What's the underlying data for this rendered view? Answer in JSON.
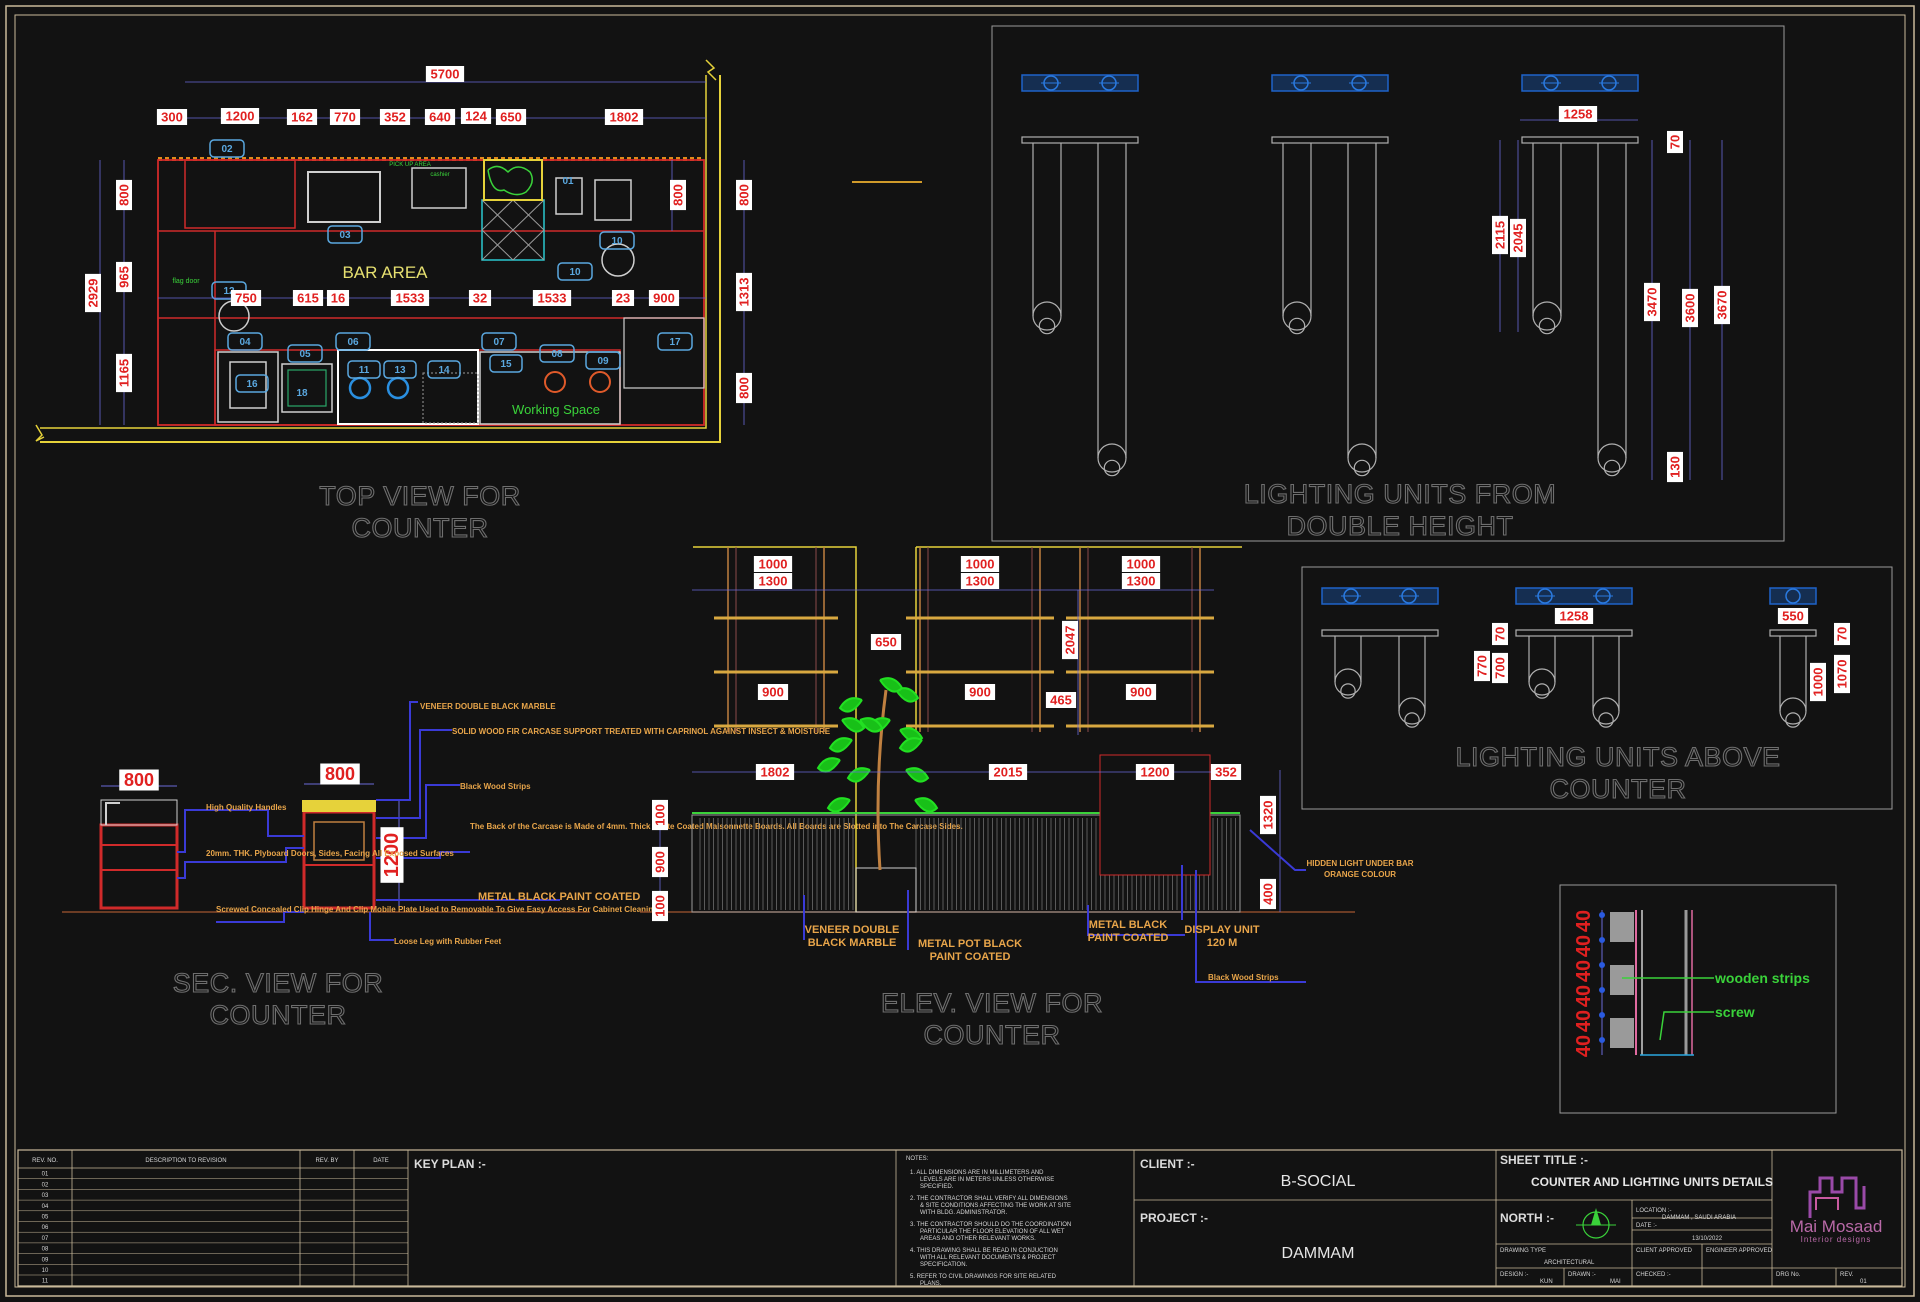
{
  "views": {
    "top": {
      "title_line1": "TOP VIEW FOR",
      "title_line2": "COUNTER",
      "bar_area": "BAR AREA",
      "working_space": "Working Space",
      "flag_door": "flag door",
      "pickup_area": "PICK UP AREA",
      "cashier": "cashier",
      "dims_top": [
        "5700",
        "300",
        "1200",
        "162",
        "770",
        "352",
        "640",
        "124",
        "650",
        "1802"
      ],
      "dims_mid": [
        "750",
        "615",
        "16",
        "1533",
        "32",
        "1533",
        "23",
        "900"
      ],
      "dims_left": [
        "2929",
        "800",
        "965",
        "1165"
      ],
      "dims_right": [
        "800",
        "800",
        "1313",
        "800"
      ],
      "tags": [
        "02",
        "03",
        "12",
        "04",
        "05",
        "06",
        "07",
        "08",
        "09",
        "10",
        "10",
        "11",
        "13",
        "14",
        "15",
        "16",
        "17",
        "18",
        "01"
      ]
    },
    "lighting_double": {
      "title_line1": "LIGHTING UNITS FROM",
      "title_line2": "DOUBLE HEIGHT",
      "dims": [
        "1258",
        "70",
        "2115",
        "2045",
        "3470",
        "3600",
        "3670",
        "130"
      ]
    },
    "lighting_counter": {
      "title_line1": "LIGHTING UNITS ABOVE",
      "title_line2": "COUNTER",
      "dims": [
        "1258",
        "70",
        "770",
        "700",
        "550",
        "70",
        "1000",
        "1070"
      ]
    },
    "section": {
      "title_line1": "SEC. VIEW FOR",
      "title_line2": "COUNTER",
      "dims": [
        "800",
        "800",
        "1200"
      ],
      "notes": {
        "veneer": "VENEER DOUBLE BLACK MARBLE",
        "solid_wood": "SOLID WOOD FIR CARCASE SUPPORT TREATED WITH CAPRINOL AGAINST INSECT & MOISTURE",
        "black_strips": "Black Wood Strips",
        "back_carcase": "The Back of the Carcase is Made of 4mm. Thick White Coated Malsonnette Boards. All Boards are Slotted into The Carcase Sides.",
        "handles": "High Quality Handles",
        "plywood": "20mm. THK. Plyboard Doors, Sides, Facing All Exposed Surfaces",
        "metal_black": "METAL BLACK PAINT COATED",
        "loose_leg": "Loose Leg with Rubber Feet",
        "concealed": "Screwed Concealed Clip Hinge And Clip Mobile Plate Used to Removable To Give Easy Access For Cabinet Cleaning."
      }
    },
    "elevation": {
      "title_line1": "ELEV. VIEW FOR",
      "title_line2": "COUNTER",
      "dims_upper": [
        "1000",
        "1300",
        "1000",
        "1300",
        "1000",
        "1300",
        "650",
        "900",
        "900",
        "900",
        "2047",
        "465"
      ],
      "dims_lower": [
        "1802",
        "2015",
        "1200",
        "352",
        "100",
        "900",
        "100",
        "1320",
        "400"
      ],
      "notes": {
        "veneer": "VENEER DOUBLE BLACK MARBLE",
        "metal_pot": "METAL POT BLACK PAINT COATED",
        "metal_black": "METAL BLACK PAINT COATED",
        "display": "DISPLAY UNIT 120 M",
        "black_strips": "Black Wood Strips",
        "hidden_light": "HIDDEN LIGHT UNDER BAR ORANGE COLOUR"
      }
    },
    "detail": {
      "dims": [
        "40",
        "40",
        "40",
        "40",
        "40",
        "40"
      ],
      "wooden_strips": "wooden strips",
      "screw": "screw"
    }
  },
  "title_block": {
    "revision_headers": [
      "REV. NO.",
      "DESCRIPTION TO REVISION",
      "REV. BY",
      "DATE"
    ],
    "revision_numbers": [
      "01",
      "02",
      "03",
      "04",
      "05",
      "06",
      "07",
      "08",
      "09",
      "10",
      "11"
    ],
    "key_plan": "KEY PLAN :-",
    "notes_heading": "NOTES:",
    "notes": [
      "1. ALL DIMENSIONS ARE IN MILLIMETERS AND LEVELS ARE IN METERS UNLESS OTHERWISE SPECIFIED.",
      "2. THE CONTRACTOR SHALL VERIFY ALL DIMENSIONS & SITE CONDITIONS AFFECTING THE WORK AT SITE WITH BLDG. ADMINISTRATOR.",
      "3. THE CONTRACTOR SHOULD DO THE COORDINATION PARTICULAR THE FLOOR ELEVATION OF ALL WET AREAS AND OTHER RELEVANT WORKS.",
      "4. THIS DRAWING SHALL BE READ IN CONJUCTION WITH ALL RELEVANT DOCUMENTS & PROJECT SPECIFICATION.",
      "5. REFER TO CIVIL DRAWINGS FOR SITE RELATED PLANS."
    ],
    "client_label": "CLIENT :-",
    "client_value": "B-SOCIAL",
    "project_label": "PROJECT :-",
    "project_value": "DAMMAM",
    "sheet_title_label": "SHEET TITLE :-",
    "sheet_title_value": "COUNTER AND LIGHTING UNITS DETAILS",
    "north_label": "NORTH :-",
    "location_label": "LOCATION :-",
    "location_value": "DAMMAM , SAUDI ARABIA",
    "date_label": "DATE :-",
    "date_value": "13/10/2022",
    "client_approved": "CLIENT APPROVED",
    "engineer_approved": "ENGINEER APPROVED",
    "drawing_type_label": "DRAWING TYPE",
    "drawing_type_value": "ARCHITECTURAL",
    "design_label": "DESIGN :-",
    "design_value": "KUN",
    "drawn_label": "DRAWN :-",
    "drawn_value": "MAI",
    "checked_label": "CHECKED :-",
    "drg_no_label": "DRG No.",
    "rev_label": "REV.",
    "rev_value": "01",
    "logo_name": "Mai Mosaad",
    "logo_tagline": "Interior designs"
  },
  "colors": {
    "background": "#121212",
    "frame": "#c9b99a",
    "dimension_text": "#e02020",
    "callout_line": "#3a3ad6",
    "note_text": "#e8a54a",
    "plant": "#22e022",
    "wood": "#c08040",
    "outline_yellow": "#e6d23a"
  }
}
